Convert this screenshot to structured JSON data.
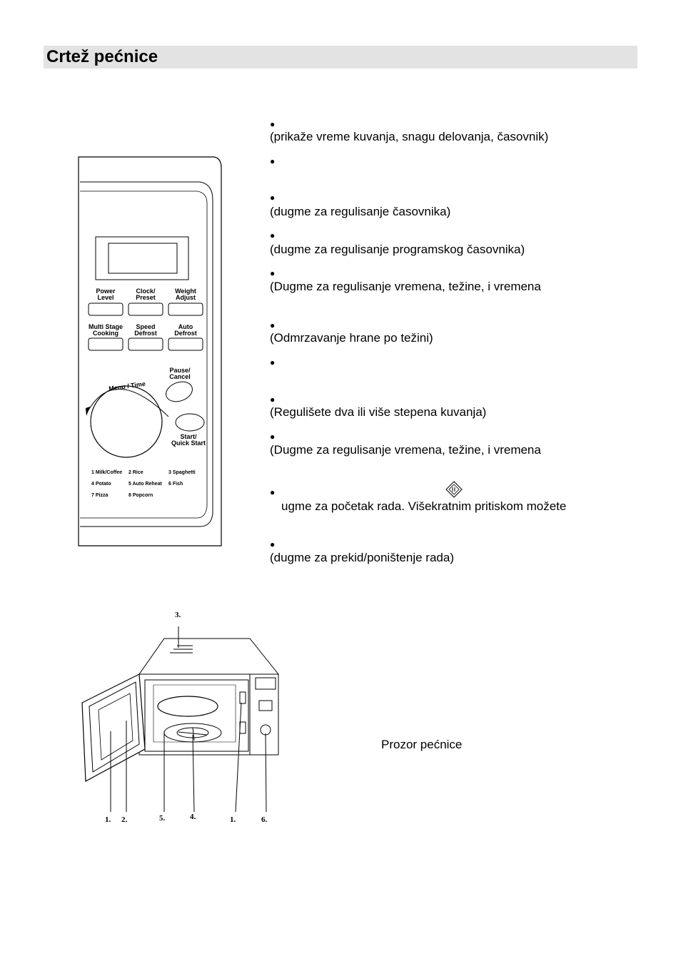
{
  "heading": "Crtež pećnice",
  "descriptions": [
    {
      "line1": "(prikaže vreme kuvanja, snagu delovanja, časovnik)",
      "line2": ""
    },
    {
      "line1": "",
      "line2": ""
    },
    {
      "line1": "(dugme za regulisanje časovnika)",
      "line2": ""
    },
    {
      "line1": "(dugme za regulisanje programskog časovnika)",
      "line2": ""
    },
    {
      "line1": "(Dugme za regulisanje vremena, težine, i vremena",
      "line2": ""
    },
    {
      "line1": "(Odmrzavanje hrane po težini)",
      "line2": ""
    },
    {
      "line1": "",
      "line2": ""
    },
    {
      "line1": "(Regulišete dva ili više stepena kuvanja)",
      "line2": ""
    },
    {
      "line1": "(Dugme za regulisanje vremena, težine, i vremena",
      "line2": ""
    },
    {
      "line1": "ugme za početak rada. Višekratnim pritiskom možete",
      "line2": ""
    },
    {
      "line1": "(dugme za prekid/poništenje rada)",
      "line2": ""
    }
  ],
  "panel": {
    "buttons_row1": [
      "Power",
      "Level",
      "Clock/",
      "Preset",
      "Weight",
      "Adjust"
    ],
    "buttons_row2": [
      "Multi Stage",
      "Cooking",
      "Speed",
      "Defrost",
      "Auto",
      "Defrost"
    ],
    "dial_label": "Menu / Time",
    "pause_label": [
      "Pause/",
      "Cancel"
    ],
    "start_label": [
      "Start/",
      "Quick Start"
    ],
    "menu_items": [
      "1 Milk/Coffee",
      "2 Rice",
      "3 Spaghetti",
      "4 Potato",
      "5 Auto Reheat",
      "6 Fish",
      "7 Pizza",
      "8 Popcorn"
    ]
  },
  "oven_labels": {
    "top": "3.",
    "bottom": [
      "1.",
      "2.",
      "5.",
      "4.",
      "1.",
      "6."
    ]
  },
  "caption": "Prozor pećnice"
}
